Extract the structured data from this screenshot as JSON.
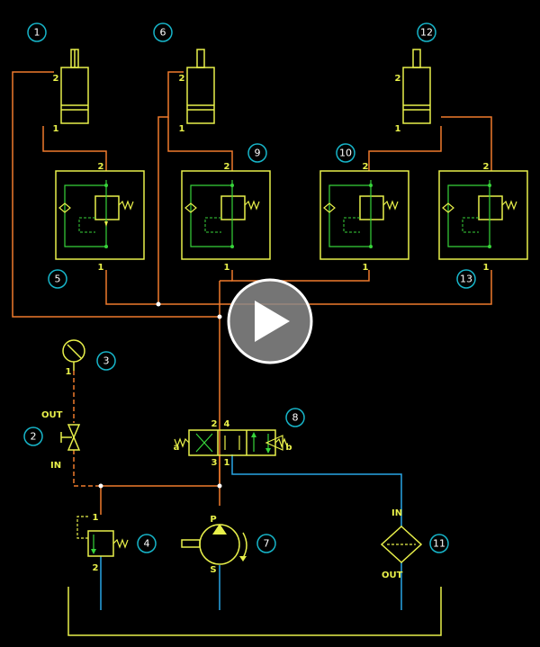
{
  "colors": {
    "background": "#000000",
    "component": "#e8f04a",
    "pressure_line": "#f07a2c",
    "return_line": "#29a6e6",
    "pilot": "#37d43a",
    "tag_ring": "#17b5c9",
    "play_button": "#b8b8b8"
  },
  "tags": [
    "1",
    "2",
    "3",
    "4",
    "5",
    "6",
    "7",
    "8",
    "9",
    "10",
    "11",
    "12",
    "13"
  ],
  "ports": {
    "cyl1_top": "2",
    "cyl1_bot": "1",
    "cyl6_top": "2",
    "cyl6_bot": "1",
    "cyl12_top": "2",
    "cyl12_bot": "1",
    "seq5_top": "2",
    "seq5_bot": "1",
    "seq9_top": "2",
    "seq9_bot": "1",
    "seq10_top": "2",
    "seq10_bot": "1",
    "seq13_top": "2",
    "seq13_bot": "1",
    "gauge": "1",
    "relief_in": "1",
    "relief_out": "2",
    "pump_p": "P",
    "pump_s": "S",
    "valve_2": "2",
    "valve_4": "4",
    "valve_3": "3",
    "valve_1": "1",
    "valve_a": "a",
    "valve_b": "b"
  },
  "labels": {
    "out_valve2": "OUT",
    "in_valve2": "IN",
    "in_filter": "IN",
    "out_filter": "OUT"
  },
  "icons": {
    "play": "play-icon",
    "gauge": "pressure-gauge-icon",
    "pump": "pump-icon",
    "filter": "filter-icon"
  }
}
